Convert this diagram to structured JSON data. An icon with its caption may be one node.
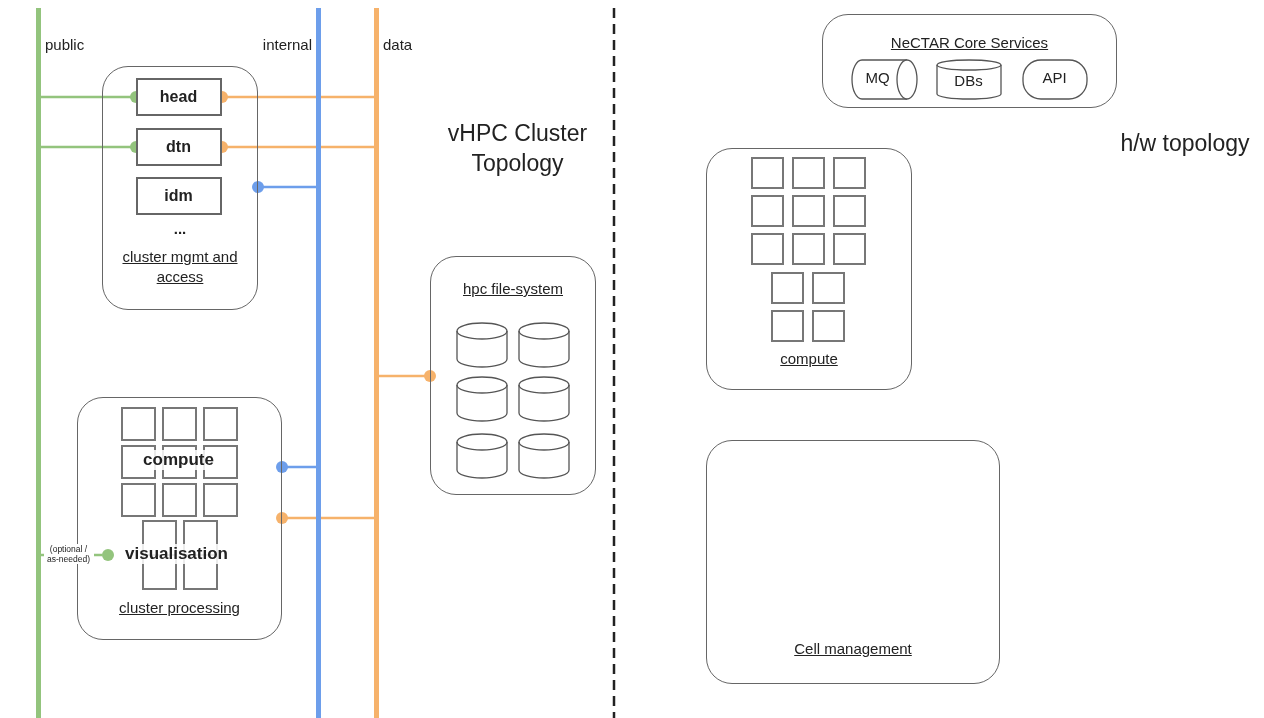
{
  "diagram": {
    "nodes": [
      {
        "text": [
          "public"
        ]
      },
      {
        "text": [
          "internal"
        ]
      },
      {
        "text": [
          "data"
        ]
      },
      {
        "text": [
          "...",
          "cluster mgmt and access"
        ]
      },
      {
        "text": [
          "head"
        ],
        "in": 3
      },
      {
        "text": [
          "dtn"
        ],
        "in": 3
      },
      {
        "text": [
          "idm"
        ],
        "in": 3
      },
      {
        "text": [
          "cluster processing"
        ]
      },
      {
        "text": [
          "compute"
        ],
        "in": 7
      },
      {
        "text": [
          "visualisation"
        ],
        "in": 7
      },
      {
        "text": [
          "hpc file-system"
        ]
      },
      {
        "text": [],
        "shape": "cylinder",
        "in": 10
      },
      {
        "text": [],
        "shape": "cylinder",
        "in": 10
      },
      {
        "text": [],
        "shape": "cylinder",
        "in": 10
      },
      {
        "text": [],
        "shape": "cylinder",
        "in": 10
      },
      {
        "text": [],
        "shape": "cylinder",
        "in": 10
      },
      {
        "text": [],
        "shape": "cylinder",
        "in": 10
      },
      {
        "text": [
          "NeCTAR Core Services"
        ]
      },
      {
        "text": [
          "MQ"
        ],
        "in": 17
      },
      {
        "text": [
          "DBs"
        ],
        "in": 17
      },
      {
        "text": [
          "API"
        ],
        "in": 17
      },
      {
        "text": [
          "compute"
        ]
      },
      {
        "text": [],
        "shape": "box",
        "in": 21
      },
      {
        "text": [],
        "shape": "box",
        "in": 21
      },
      {
        "text": [],
        "shape": "box",
        "in": 21
      },
      {
        "text": [],
        "shape": "box",
        "in": 21
      },
      {
        "text": [],
        "shape": "box",
        "in": 21
      },
      {
        "text": [],
        "shape": "box",
        "in": 21
      },
      {
        "text": [],
        "shape": "box",
        "in": 21
      },
      {
        "text": [],
        "shape": "box",
        "in": 21
      },
      {
        "text": [],
        "shape": "box",
        "in": 21
      },
      {
        "text": [],
        "shape": "box",
        "in": 21
      },
      {
        "text": [],
        "shape": "box",
        "in": 21
      },
      {
        "text": [],
        "shape": "box",
        "in": 21
      },
      {
        "text": [],
        "shape": "box",
        "in": 21
      },
      {
        "text": [
          "Cell management"
        ]
      }
    ],
    "edges": [
      {
        "from": 0,
        "to": 4,
        "arrow": "other",
        "color": "#93c47d"
      },
      {
        "from": 0,
        "to": 5,
        "arrow": "other",
        "color": "#93c47d"
      },
      {
        "from": 2,
        "to": 4,
        "arrow": "other",
        "color": "#f6b26b"
      },
      {
        "from": 2,
        "to": 5,
        "arrow": "other",
        "color": "#f6b26b"
      },
      {
        "from": 1,
        "to": 3,
        "arrow": "other",
        "color": "#6d9eeb"
      },
      {
        "from": 1,
        "to": 7,
        "arrow": "other",
        "color": "#6d9eeb"
      },
      {
        "from": 2,
        "to": 7,
        "arrow": "other",
        "color": "#f6b26b"
      },
      {
        "from": 2,
        "to": 10,
        "arrow": "other",
        "color": "#f6b26b"
      },
      {
        "from": 0,
        "to": 9,
        "arrow": "other",
        "style": "dashed",
        "color": "#93c47d",
        "label": "(optional / as-needed)"
      }
    ],
    "labels": [
      "vHPC Cluster Topology",
      "h/w topology"
    ]
  }
}
